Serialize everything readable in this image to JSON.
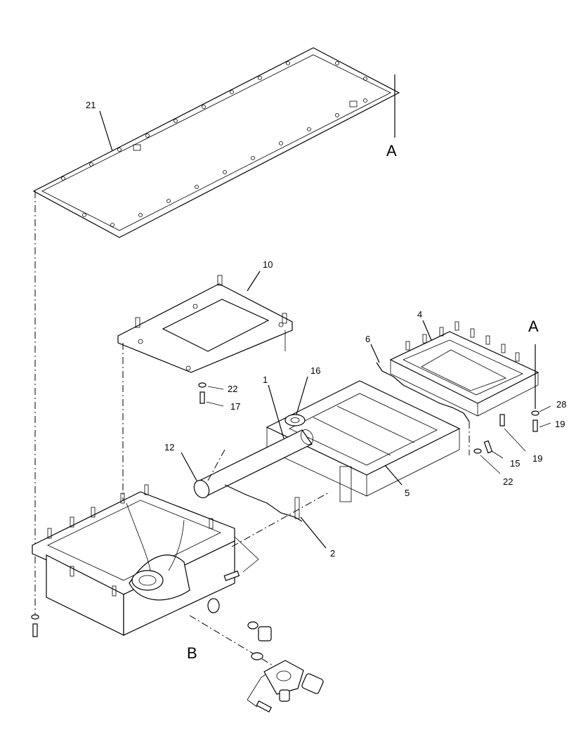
{
  "callouts": {
    "c21": "21",
    "cA_top": "A",
    "c10": "10",
    "c4": "4",
    "cA_right": "A",
    "c6": "6",
    "c16": "16",
    "c1": "1",
    "c22a": "22",
    "c17": "17",
    "c12": "12",
    "c28": "28",
    "c19a": "19",
    "c19b": "19",
    "c15": "15",
    "c22b": "22",
    "c5": "5",
    "c2": "2",
    "cB": "B"
  }
}
